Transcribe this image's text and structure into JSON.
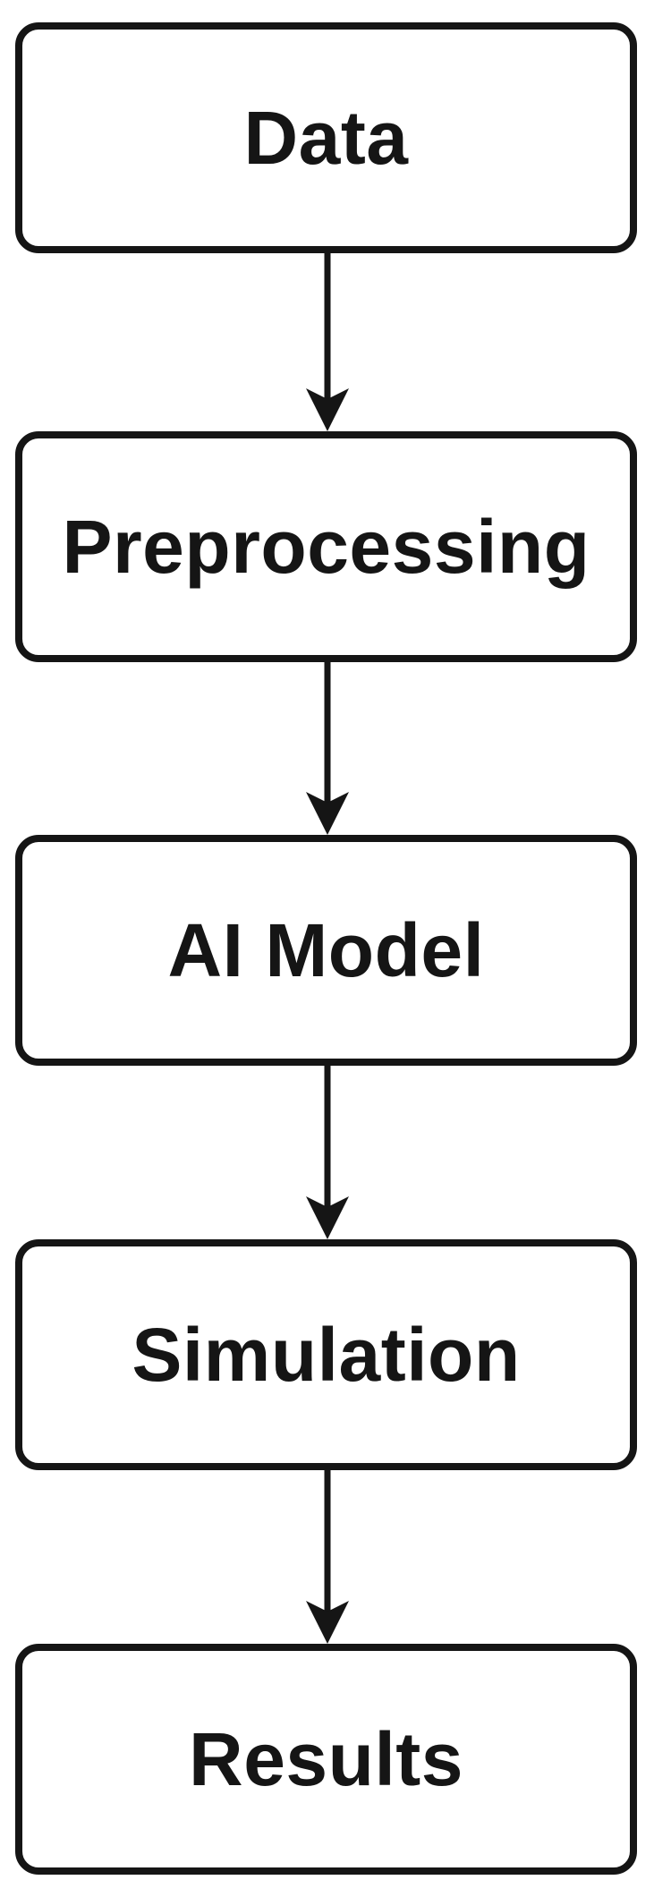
{
  "diagram": {
    "type": "flowchart",
    "direction": "top-down",
    "colors": {
      "background": "#ffffff",
      "box_fill": "#ffffff",
      "stroke": "#151515",
      "text": "#151515"
    },
    "nodes": [
      {
        "id": "data",
        "label": "Data"
      },
      {
        "id": "preprocessing",
        "label": "Preprocessing"
      },
      {
        "id": "ai-model",
        "label": "AI Model"
      },
      {
        "id": "simulation",
        "label": "Simulation"
      },
      {
        "id": "results",
        "label": "Results"
      }
    ],
    "edges": [
      {
        "from": "data",
        "to": "preprocessing"
      },
      {
        "from": "preprocessing",
        "to": "ai-model"
      },
      {
        "from": "ai-model",
        "to": "simulation"
      },
      {
        "from": "simulation",
        "to": "results"
      }
    ]
  }
}
